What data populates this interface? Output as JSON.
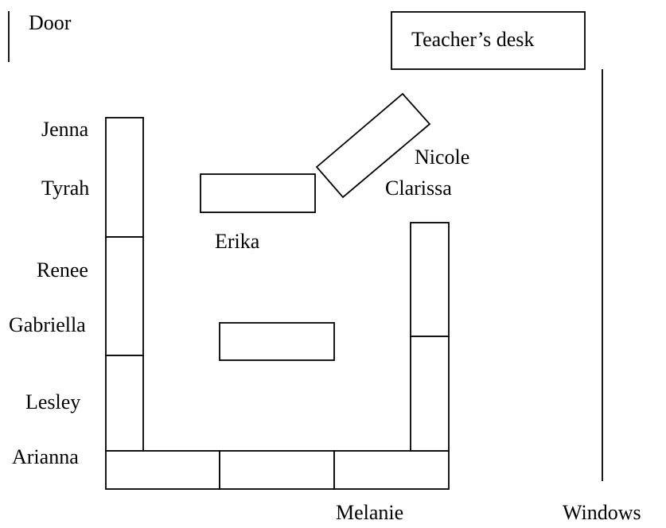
{
  "labels": {
    "door": "Door",
    "teacher_desk": "Teacher’s desk",
    "windows": "Windows"
  },
  "students": {
    "jenna": "Jenna",
    "tyrah": "Tyrah",
    "renee": "Renee",
    "gabriella": "Gabriella",
    "lesley": "Lesley",
    "arianna": "Arianna",
    "erika": "Erika",
    "nicole": "Nicole",
    "clarissa": "Clarissa",
    "melanie": "Melanie"
  }
}
